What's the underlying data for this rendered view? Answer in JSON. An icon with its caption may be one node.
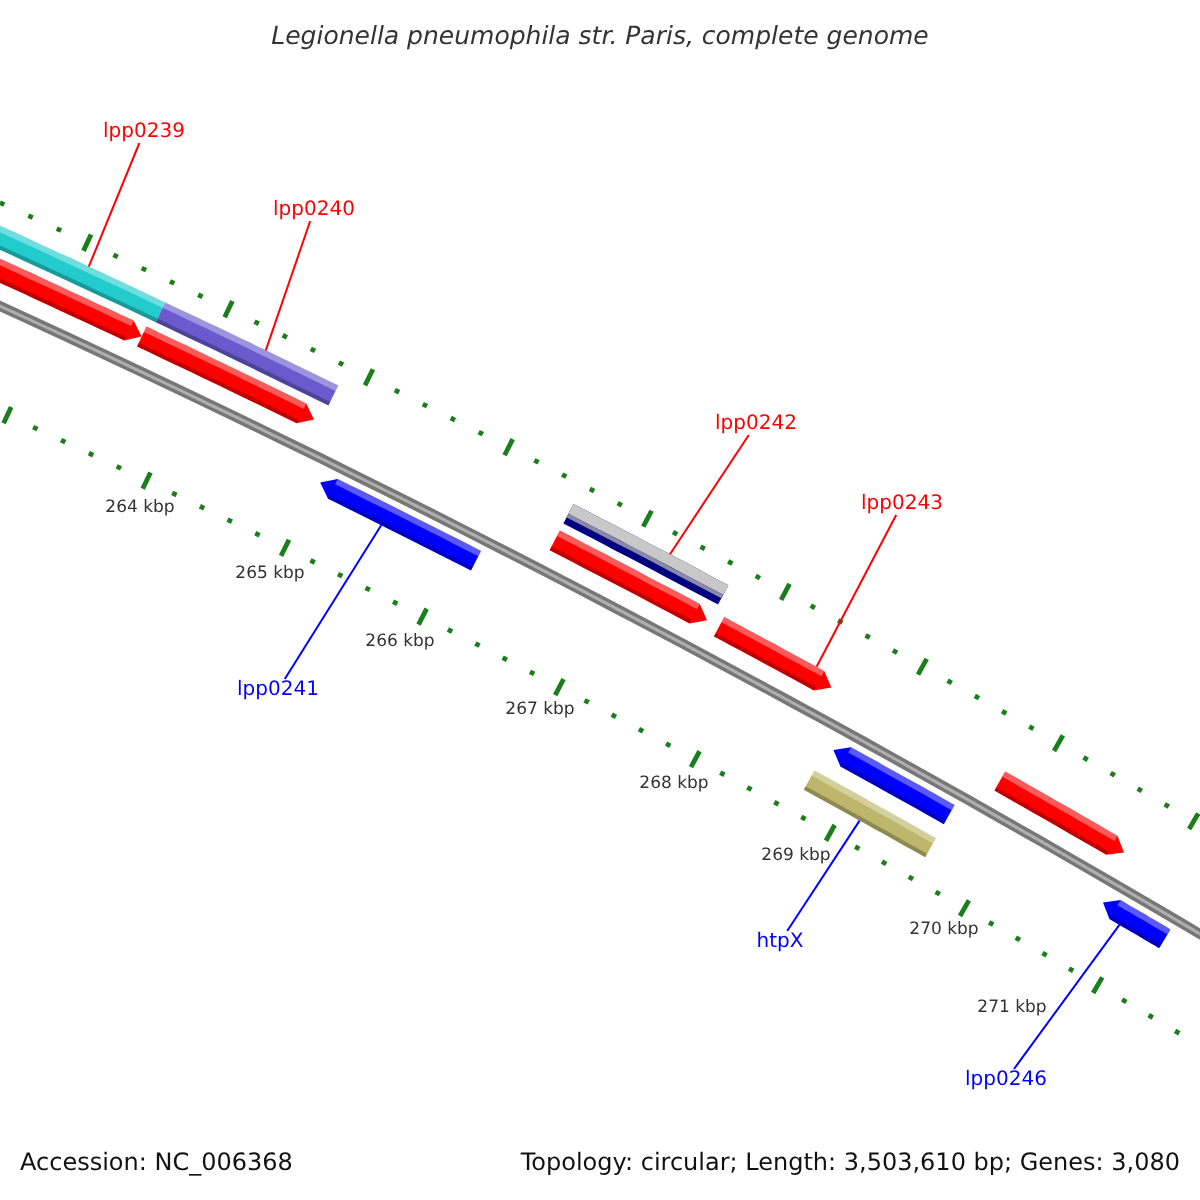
{
  "diagram": {
    "title": "Legionella pneumophila str. Paris, complete genome",
    "nodes": [
      {
        "text": [
          "lpp0239"
        ]
      },
      {
        "text": [],
        "shape": "bar"
      },
      {
        "text": [
          "lpp0240"
        ]
      },
      {
        "text": [],
        "shape": "bar"
      },
      {
        "text": [
          "lpp0242"
        ]
      },
      {
        "text": [],
        "shape": "bar"
      },
      {
        "text": [
          "lpp0243"
        ]
      },
      {
        "text": [],
        "shape": "arrow"
      },
      {
        "text": [
          "lpp0241"
        ]
      },
      {
        "text": [],
        "shape": "arrow"
      },
      {
        "text": [
          "htpX"
        ]
      },
      {
        "text": [],
        "shape": "bar"
      },
      {
        "text": [
          "lpp0246"
        ]
      },
      {
        "text": [],
        "shape": "arrow"
      },
      {
        "text": [],
        "shape": "arrow"
      },
      {
        "text": [],
        "shape": "arrow"
      },
      {
        "text": [],
        "shape": "arrow"
      },
      {
        "text": [],
        "shape": "arrow"
      },
      {
        "text": [],
        "shape": "arrow"
      }
    ],
    "edges": [
      {
        "from": 0,
        "to": 1,
        "arrow": "none"
      },
      {
        "from": 2,
        "to": 3,
        "arrow": "none"
      },
      {
        "from": 4,
        "to": 5,
        "arrow": "none"
      },
      {
        "from": 6,
        "to": 7,
        "arrow": "none"
      },
      {
        "from": 8,
        "to": 9,
        "arrow": "none",
        "color": "#0000ff"
      },
      {
        "from": 10,
        "to": 11,
        "arrow": "none",
        "color": "#0000ff"
      },
      {
        "from": 12,
        "to": 13,
        "arrow": "none",
        "color": "#0000ff"
      }
    ],
    "labels": [
      "264 kbp",
      "265 kbp",
      "266 kbp",
      "267 kbp",
      "268 kbp",
      "269 kbp",
      "270 kbp",
      "271 kbp",
      "Accession: NC_006368",
      "Topology: circular; Length: 3,503,610 bp; Genes: 3,080"
    ]
  }
}
